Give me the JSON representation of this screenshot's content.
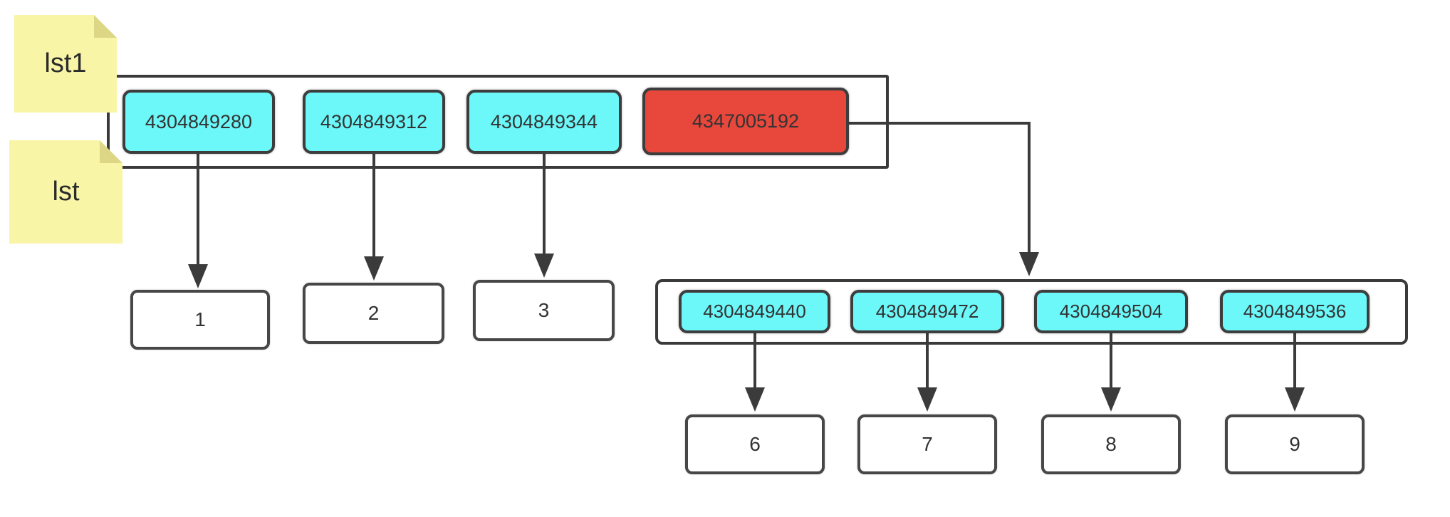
{
  "notes": [
    {
      "label": "lst1"
    },
    {
      "label": "lst"
    }
  ],
  "list1": {
    "cells": [
      "4304849280",
      "4304849312",
      "4304849344",
      "4347005192"
    ],
    "highlighted_cell": "4347005192"
  },
  "list2": {
    "cells": [
      "4304849440",
      "4304849472",
      "4304849504",
      "4304849536"
    ]
  },
  "values_row1": [
    "1",
    "2",
    "3"
  ],
  "values_row2": [
    "6",
    "7",
    "8",
    "9"
  ],
  "colors": {
    "cell_cyan": "#6cf7f9",
    "cell_red": "#e8473c",
    "note_yellow": "#f8f5a6",
    "note_fold": "#dcd685",
    "line": "#3b3b3b",
    "text": "#333333"
  }
}
